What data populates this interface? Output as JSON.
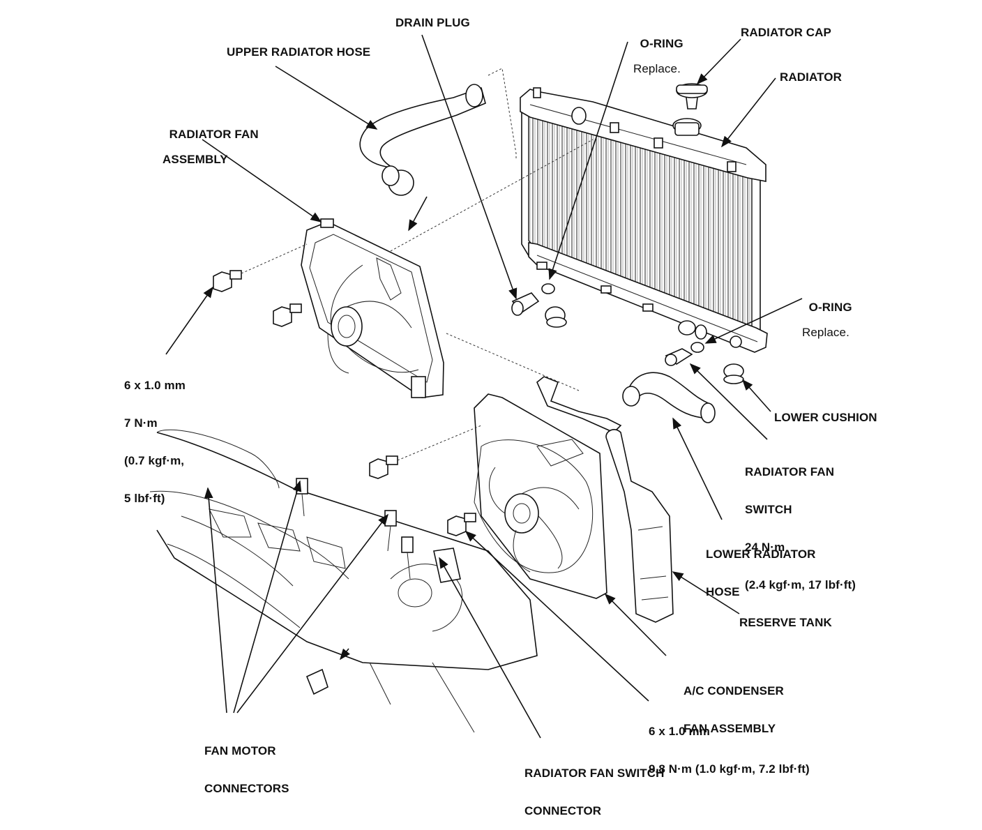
{
  "labels": {
    "drain_plug": "DRAIN PLUG",
    "o_ring_top": "O-RING",
    "o_ring_top_note": "Replace.",
    "radiator_cap": "RADIATOR CAP",
    "upper_radiator_hose": "UPPER RADIATOR HOSE",
    "radiator": "RADIATOR",
    "radiator_fan_assembly_1": "RADIATOR FAN",
    "radiator_fan_assembly_2": "ASSEMBLY",
    "o_ring_bottom": "O-RING",
    "o_ring_bottom_note": "Replace.",
    "bolt_spec_left_1": "6 x 1.0 mm",
    "bolt_spec_left_2": "7 N·m",
    "bolt_spec_left_3": "(0.7 kgf·m,",
    "bolt_spec_left_4": "5 lbf·ft)",
    "lower_cushion": "LOWER CUSHION",
    "fan_switch_1": "RADIATOR FAN",
    "fan_switch_2": "SWITCH",
    "fan_switch_3": "24 N·m",
    "fan_switch_4": "(2.4 kgf·m, 17 lbf·ft)",
    "lower_hose_1": "LOWER RADIATOR",
    "lower_hose_2": "HOSE",
    "reserve_tank": "RESERVE TANK",
    "ac_condenser_1": "A/C CONDENSER",
    "ac_condenser_2": "FAN ASSEMBLY",
    "bolt_spec_bottom_1": "6 x 1.0 mm",
    "bolt_spec_bottom_2": "9.8 N·m (1.0 kgf·m, 7.2 lbf·ft)",
    "fan_motor_connectors_1": "FAN MOTOR",
    "fan_motor_connectors_2": "CONNECTORS",
    "fan_switch_connector_1": "RADIATOR FAN SWITCH",
    "fan_switch_connector_2": "CONNECTOR"
  }
}
